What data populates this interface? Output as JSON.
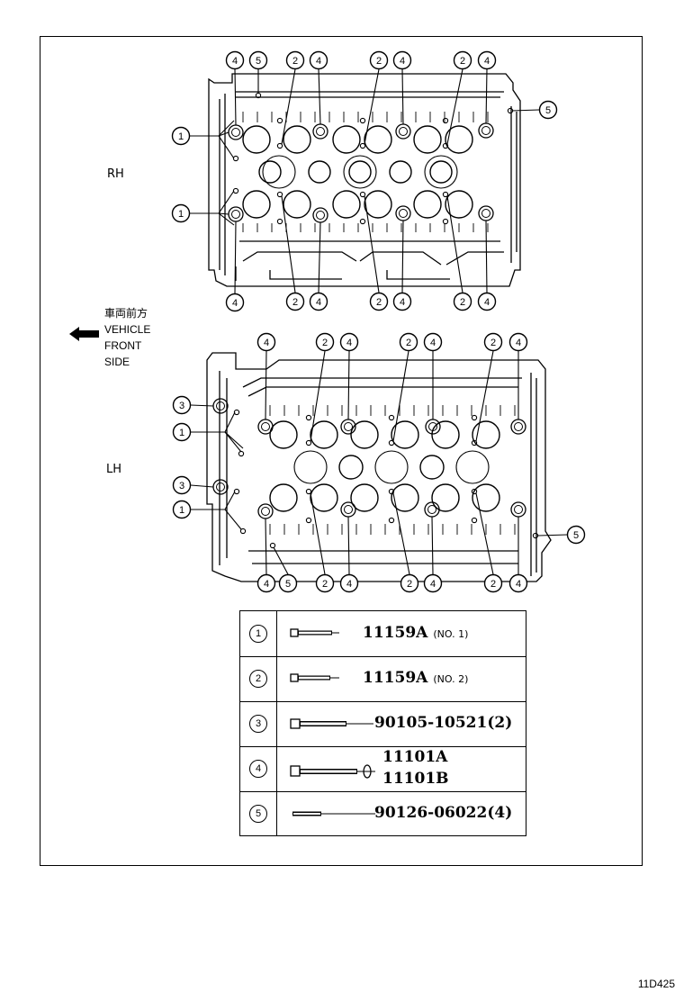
{
  "labels": {
    "rh": "RH",
    "lh": "LH",
    "direction_jp": "車両前方",
    "direction_en": [
      "VEHICLE",
      "FRONT",
      "SIDE"
    ]
  },
  "legend": [
    {
      "key": "1",
      "part": "11159A",
      "note": "(NO. 1)"
    },
    {
      "key": "2",
      "part": "11159A",
      "note": "(NO. 2)"
    },
    {
      "key": "3",
      "part": "90105-10521(2)",
      "note": ""
    },
    {
      "key": "4",
      "part": "11101A",
      "part2": "11101B",
      "note": ""
    },
    {
      "key": "5",
      "part": "90126-06022(4)",
      "note": ""
    }
  ],
  "diagram_code": "11D425"
}
